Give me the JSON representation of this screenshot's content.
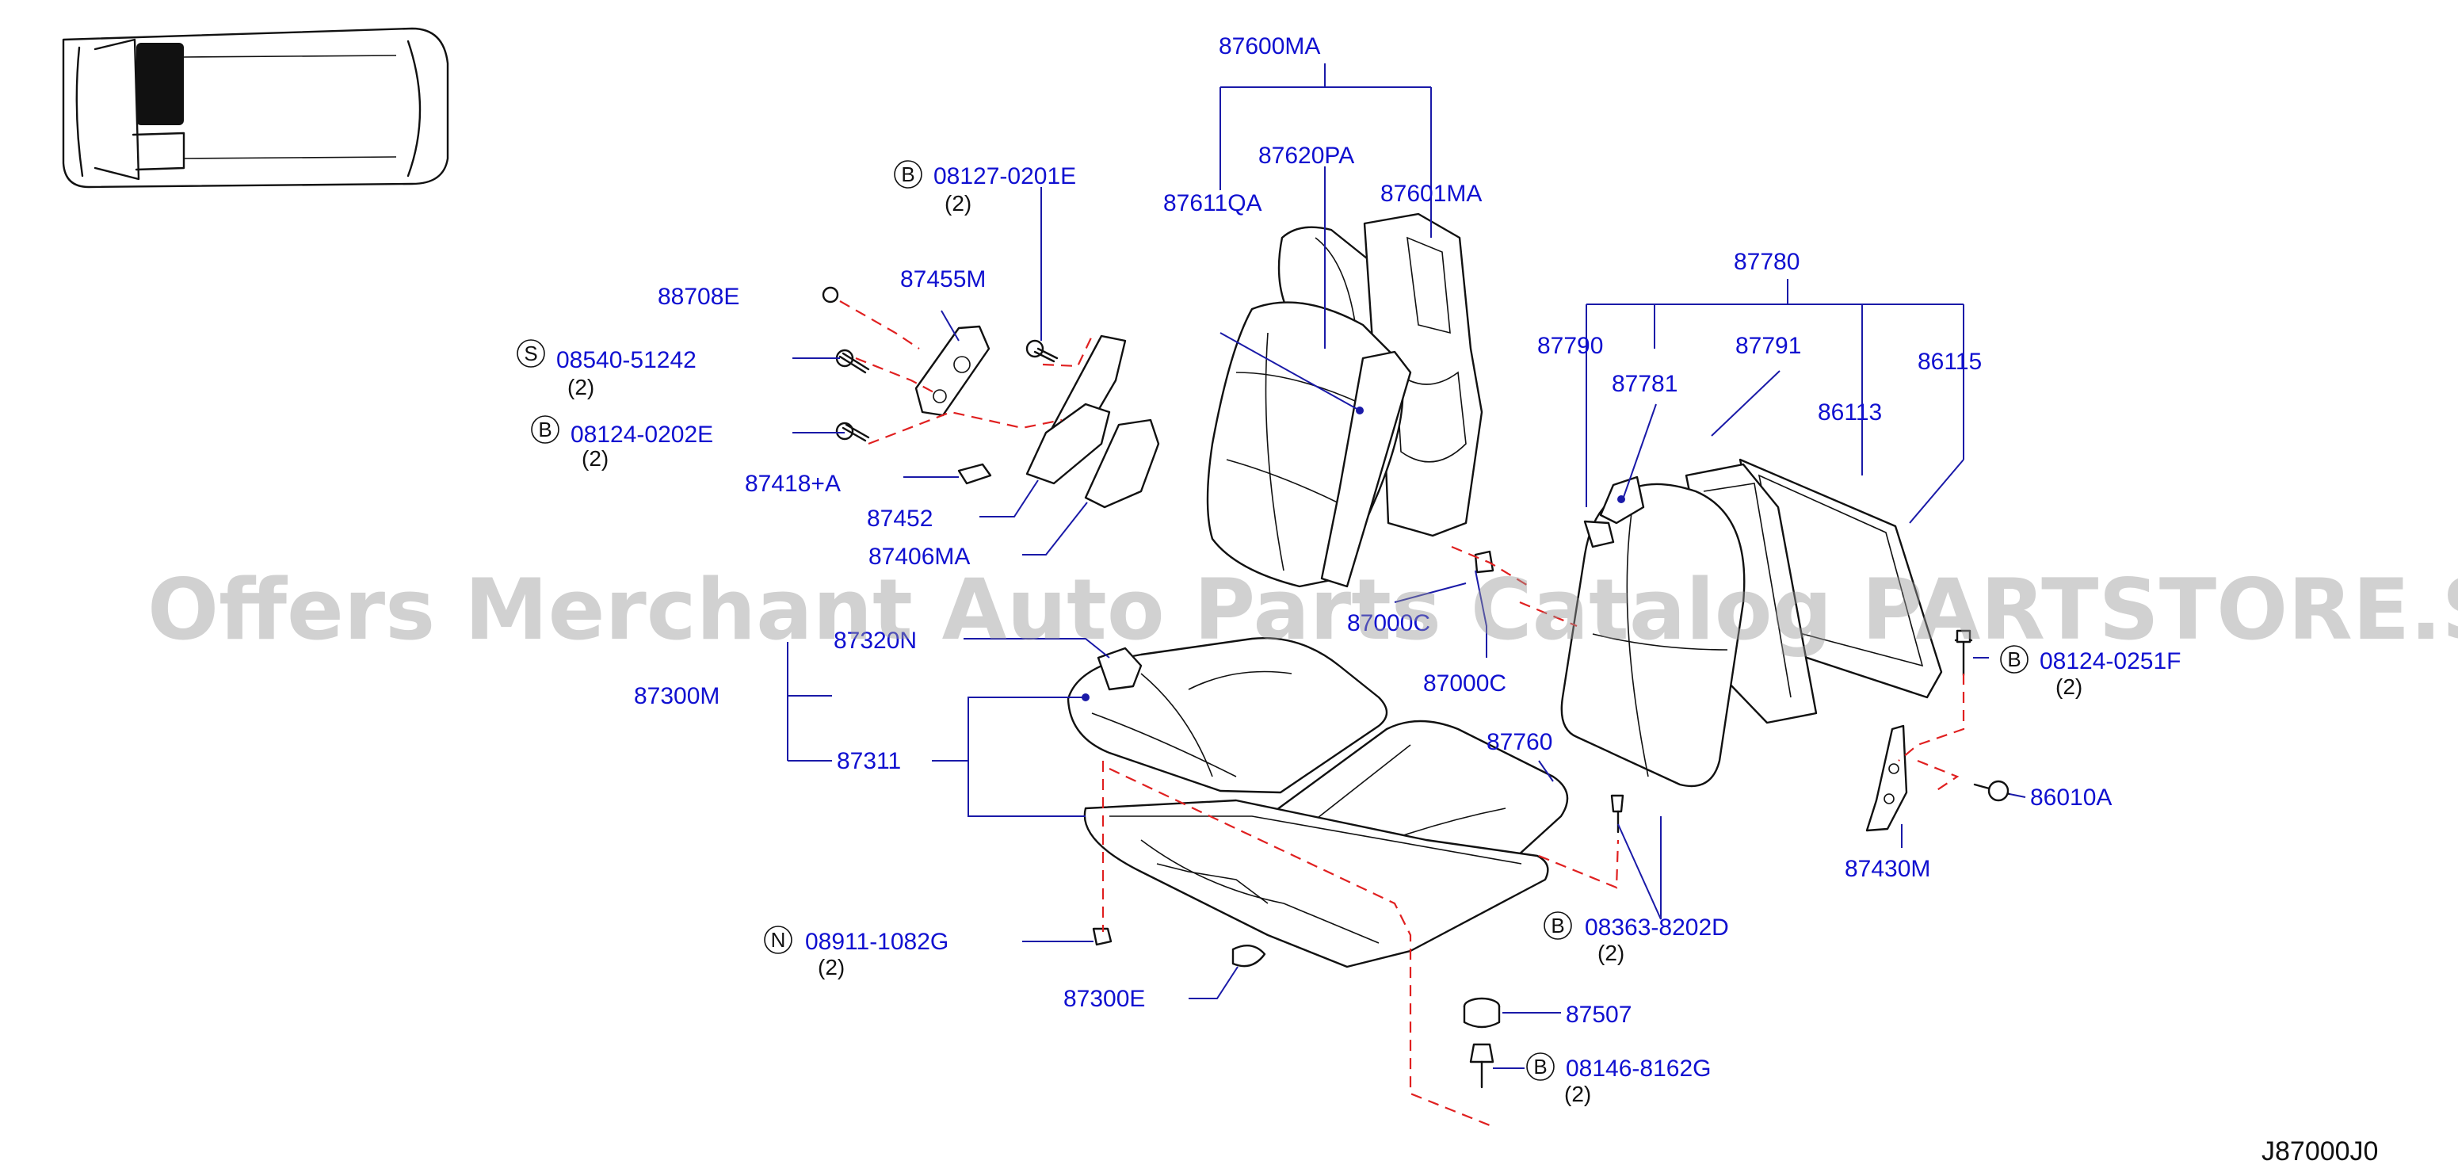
{
  "watermark": "Offers Merchant Auto Parts Catalog PARTSTORE.SA",
  "diagram_code": "J87000J0",
  "labels": {
    "p87600MA": "87600MA",
    "p87620PA": "87620PA",
    "p87611QA": "87611QA",
    "p87601MA": "87601MA",
    "p87780": "87780",
    "p87790": "87790",
    "p87781": "87781",
    "p87791": "87791",
    "p86113": "86113",
    "p86115": "86115",
    "p88708E": "88708E",
    "p87455M": "87455M",
    "p87418A": "87418+A",
    "p87452": "87452",
    "p87406MA": "87406MA",
    "p87000C_a": "87000C",
    "p87000C_b": "87000C",
    "p87320N": "87320N",
    "p87300M": "87300M",
    "p87311": "87311",
    "p87760": "87760",
    "p87430M": "87430M",
    "p86010A": "86010A",
    "p87300E": "87300E",
    "p87507": "87507"
  },
  "fasteners": {
    "f08127": {
      "badge": "B",
      "code": "08127-0201E",
      "qty": "(2)"
    },
    "f08540": {
      "badge": "S",
      "code": "08540-51242",
      "qty": "(2)"
    },
    "f08124a": {
      "badge": "B",
      "code": "08124-0202E",
      "qty": "(2)"
    },
    "f08124b": {
      "badge": "B",
      "code": "08124-0251F",
      "qty": "(2)"
    },
    "f08911": {
      "badge": "N",
      "code": "08911-1082G",
      "qty": "(2)"
    },
    "f08363": {
      "badge": "B",
      "code": "08363-8202D",
      "qty": "(2)"
    },
    "f08146": {
      "badge": "B",
      "code": "08146-8162G",
      "qty": "(2)"
    }
  },
  "colors": {
    "label": "#1010d0",
    "leader": "#1a1aa8",
    "dashed_guide": "#e02020",
    "drawing": "#111111",
    "watermark": "#9a9a9a"
  }
}
